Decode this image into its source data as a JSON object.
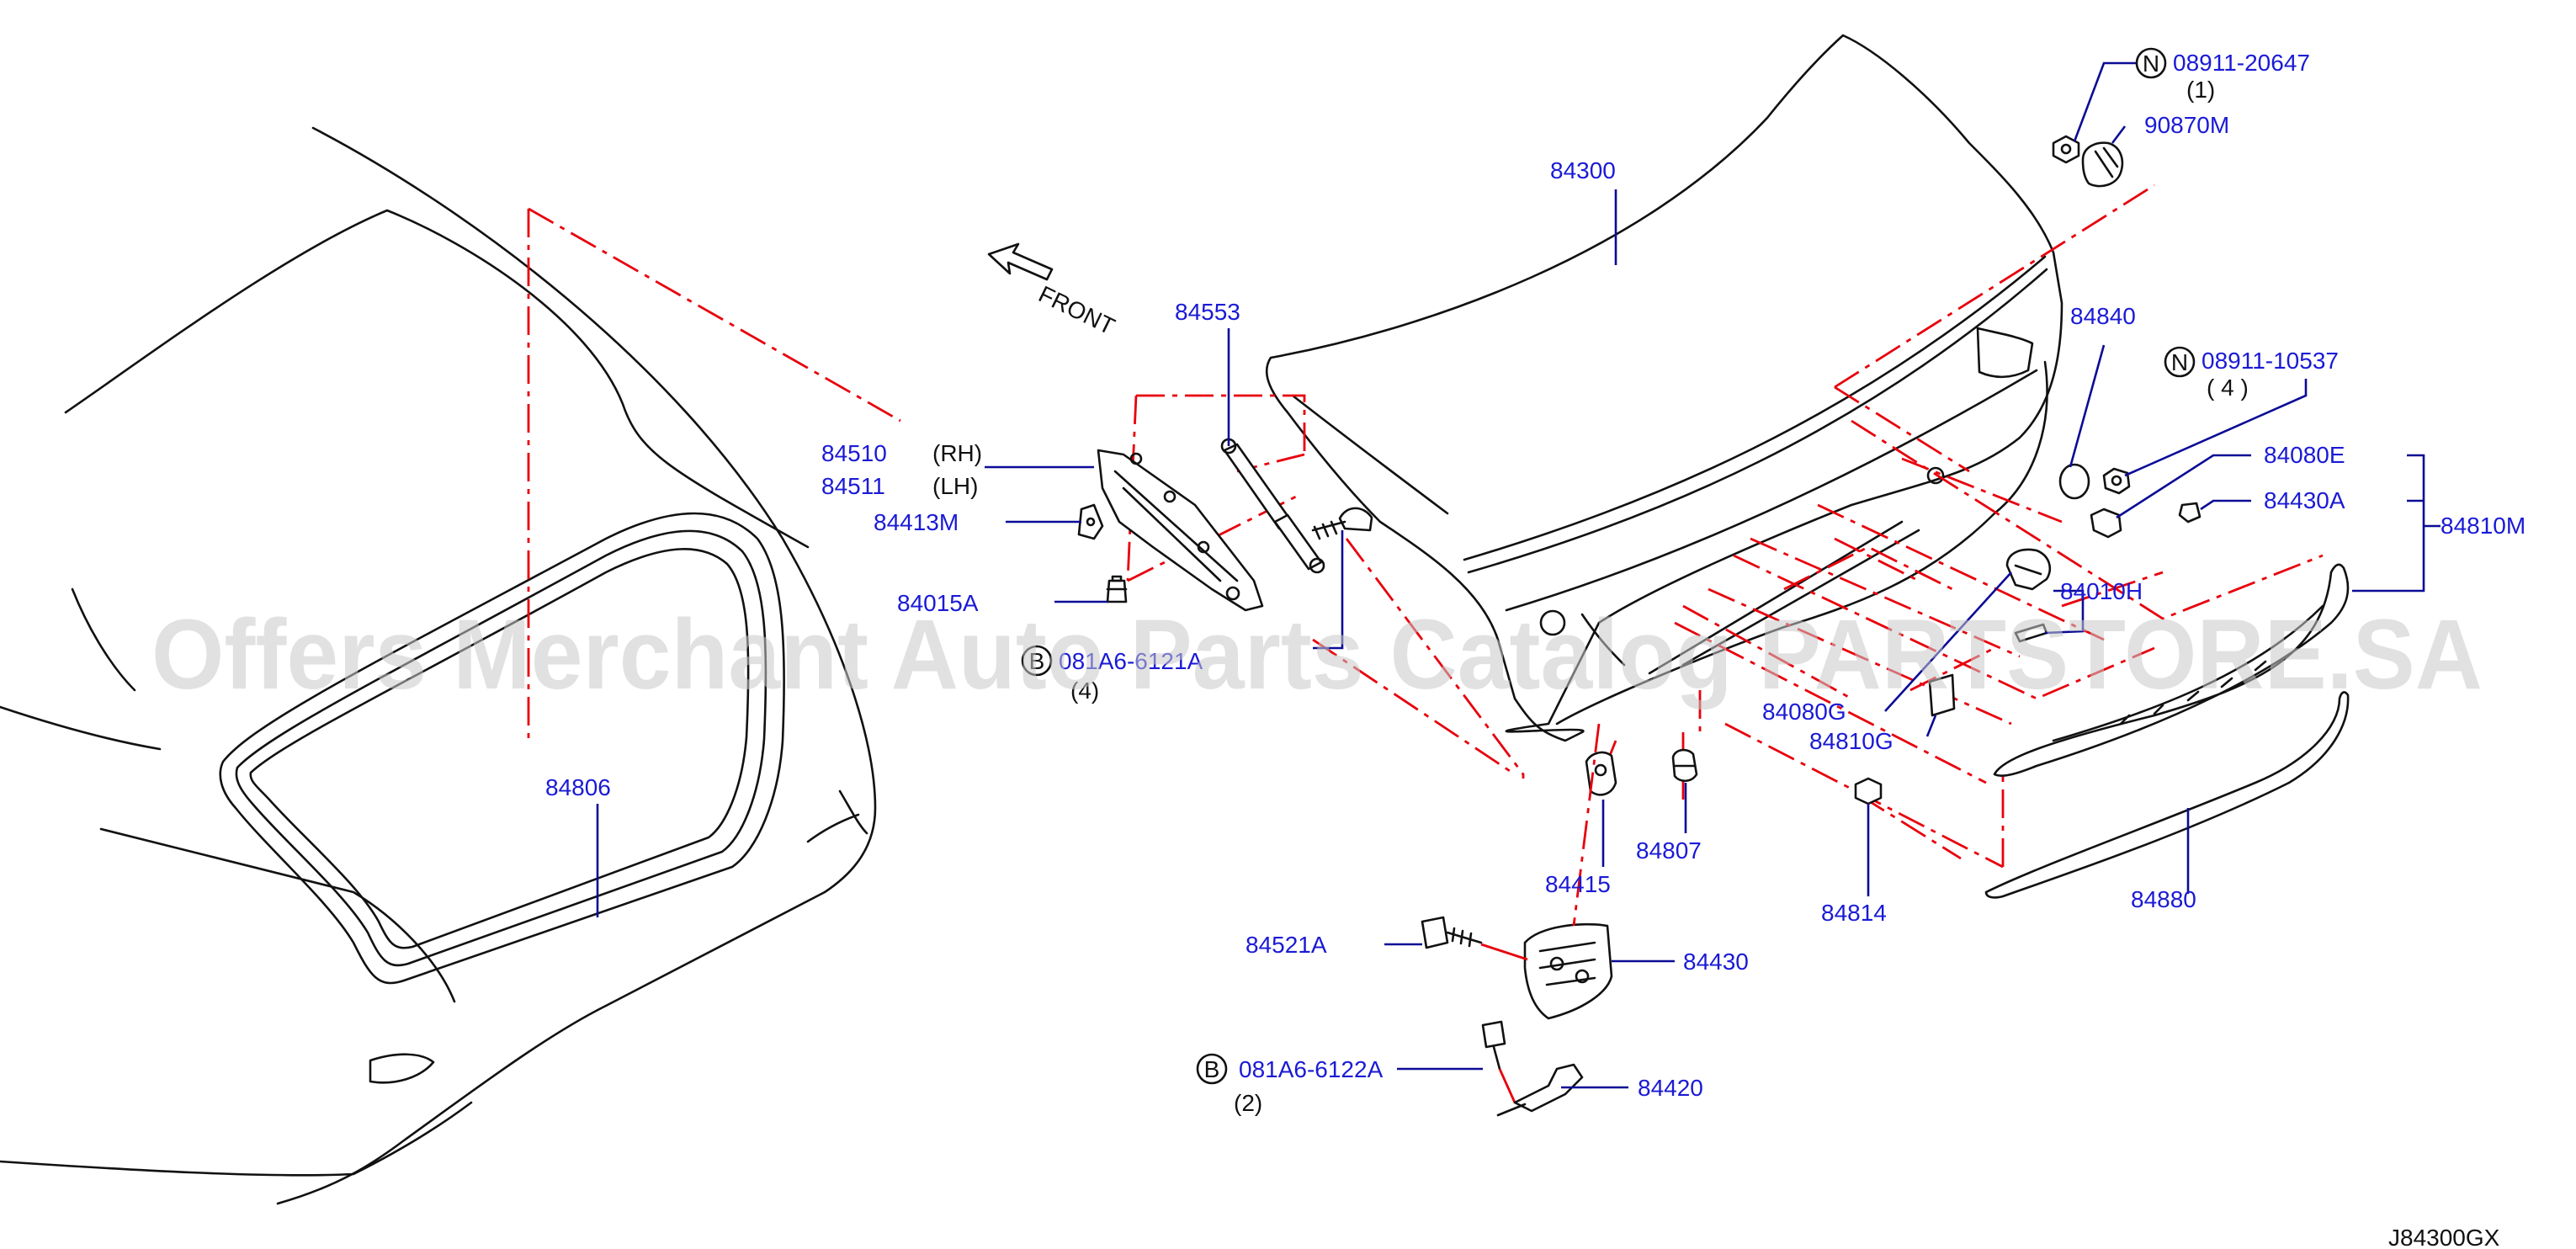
{
  "diagram": {
    "labels": {
      "p84300": "84300",
      "p08911_20647": "08911-20647",
      "q1": "(1)",
      "p90870M": "90870M",
      "p84840": "84840",
      "p08911_10537": "08911-10537",
      "q4a": "( 4 )",
      "p84080E": "84080E",
      "p84430A": "84430A",
      "p84810M": "84810M",
      "p84010H": "84010H",
      "p84080G": "84080G",
      "p84810G": "84810G",
      "p84553": "84553",
      "p84510": "84510",
      "rh": "(RH)",
      "p84511": "84511",
      "lh": "(LH)",
      "p84413M": "84413M",
      "p84015A": "84015A",
      "p081A6_6121A": "081A6-6121A",
      "q4b": "(4)",
      "p84806": "84806",
      "p84415": "84415",
      "p84807": "84807",
      "p84814": "84814",
      "p84880": "84880",
      "p84521A": "84521A",
      "p84430": "84430",
      "p081A6_6122A": "081A6-6122A",
      "q2": "(2)",
      "p84420": "84420",
      "front": "FRONT",
      "n1": "N",
      "n2": "N",
      "b1": "B",
      "b2": "B",
      "figure_code": "J84300GX"
    },
    "watermark": "Offers Merchant Auto Parts Catalog PARTSTORE.SA",
    "colors": {
      "part_number": "#1a1ad6",
      "phantom_line": "#e8000c",
      "outline": "#111111",
      "watermark": "#c8c8c8"
    }
  }
}
